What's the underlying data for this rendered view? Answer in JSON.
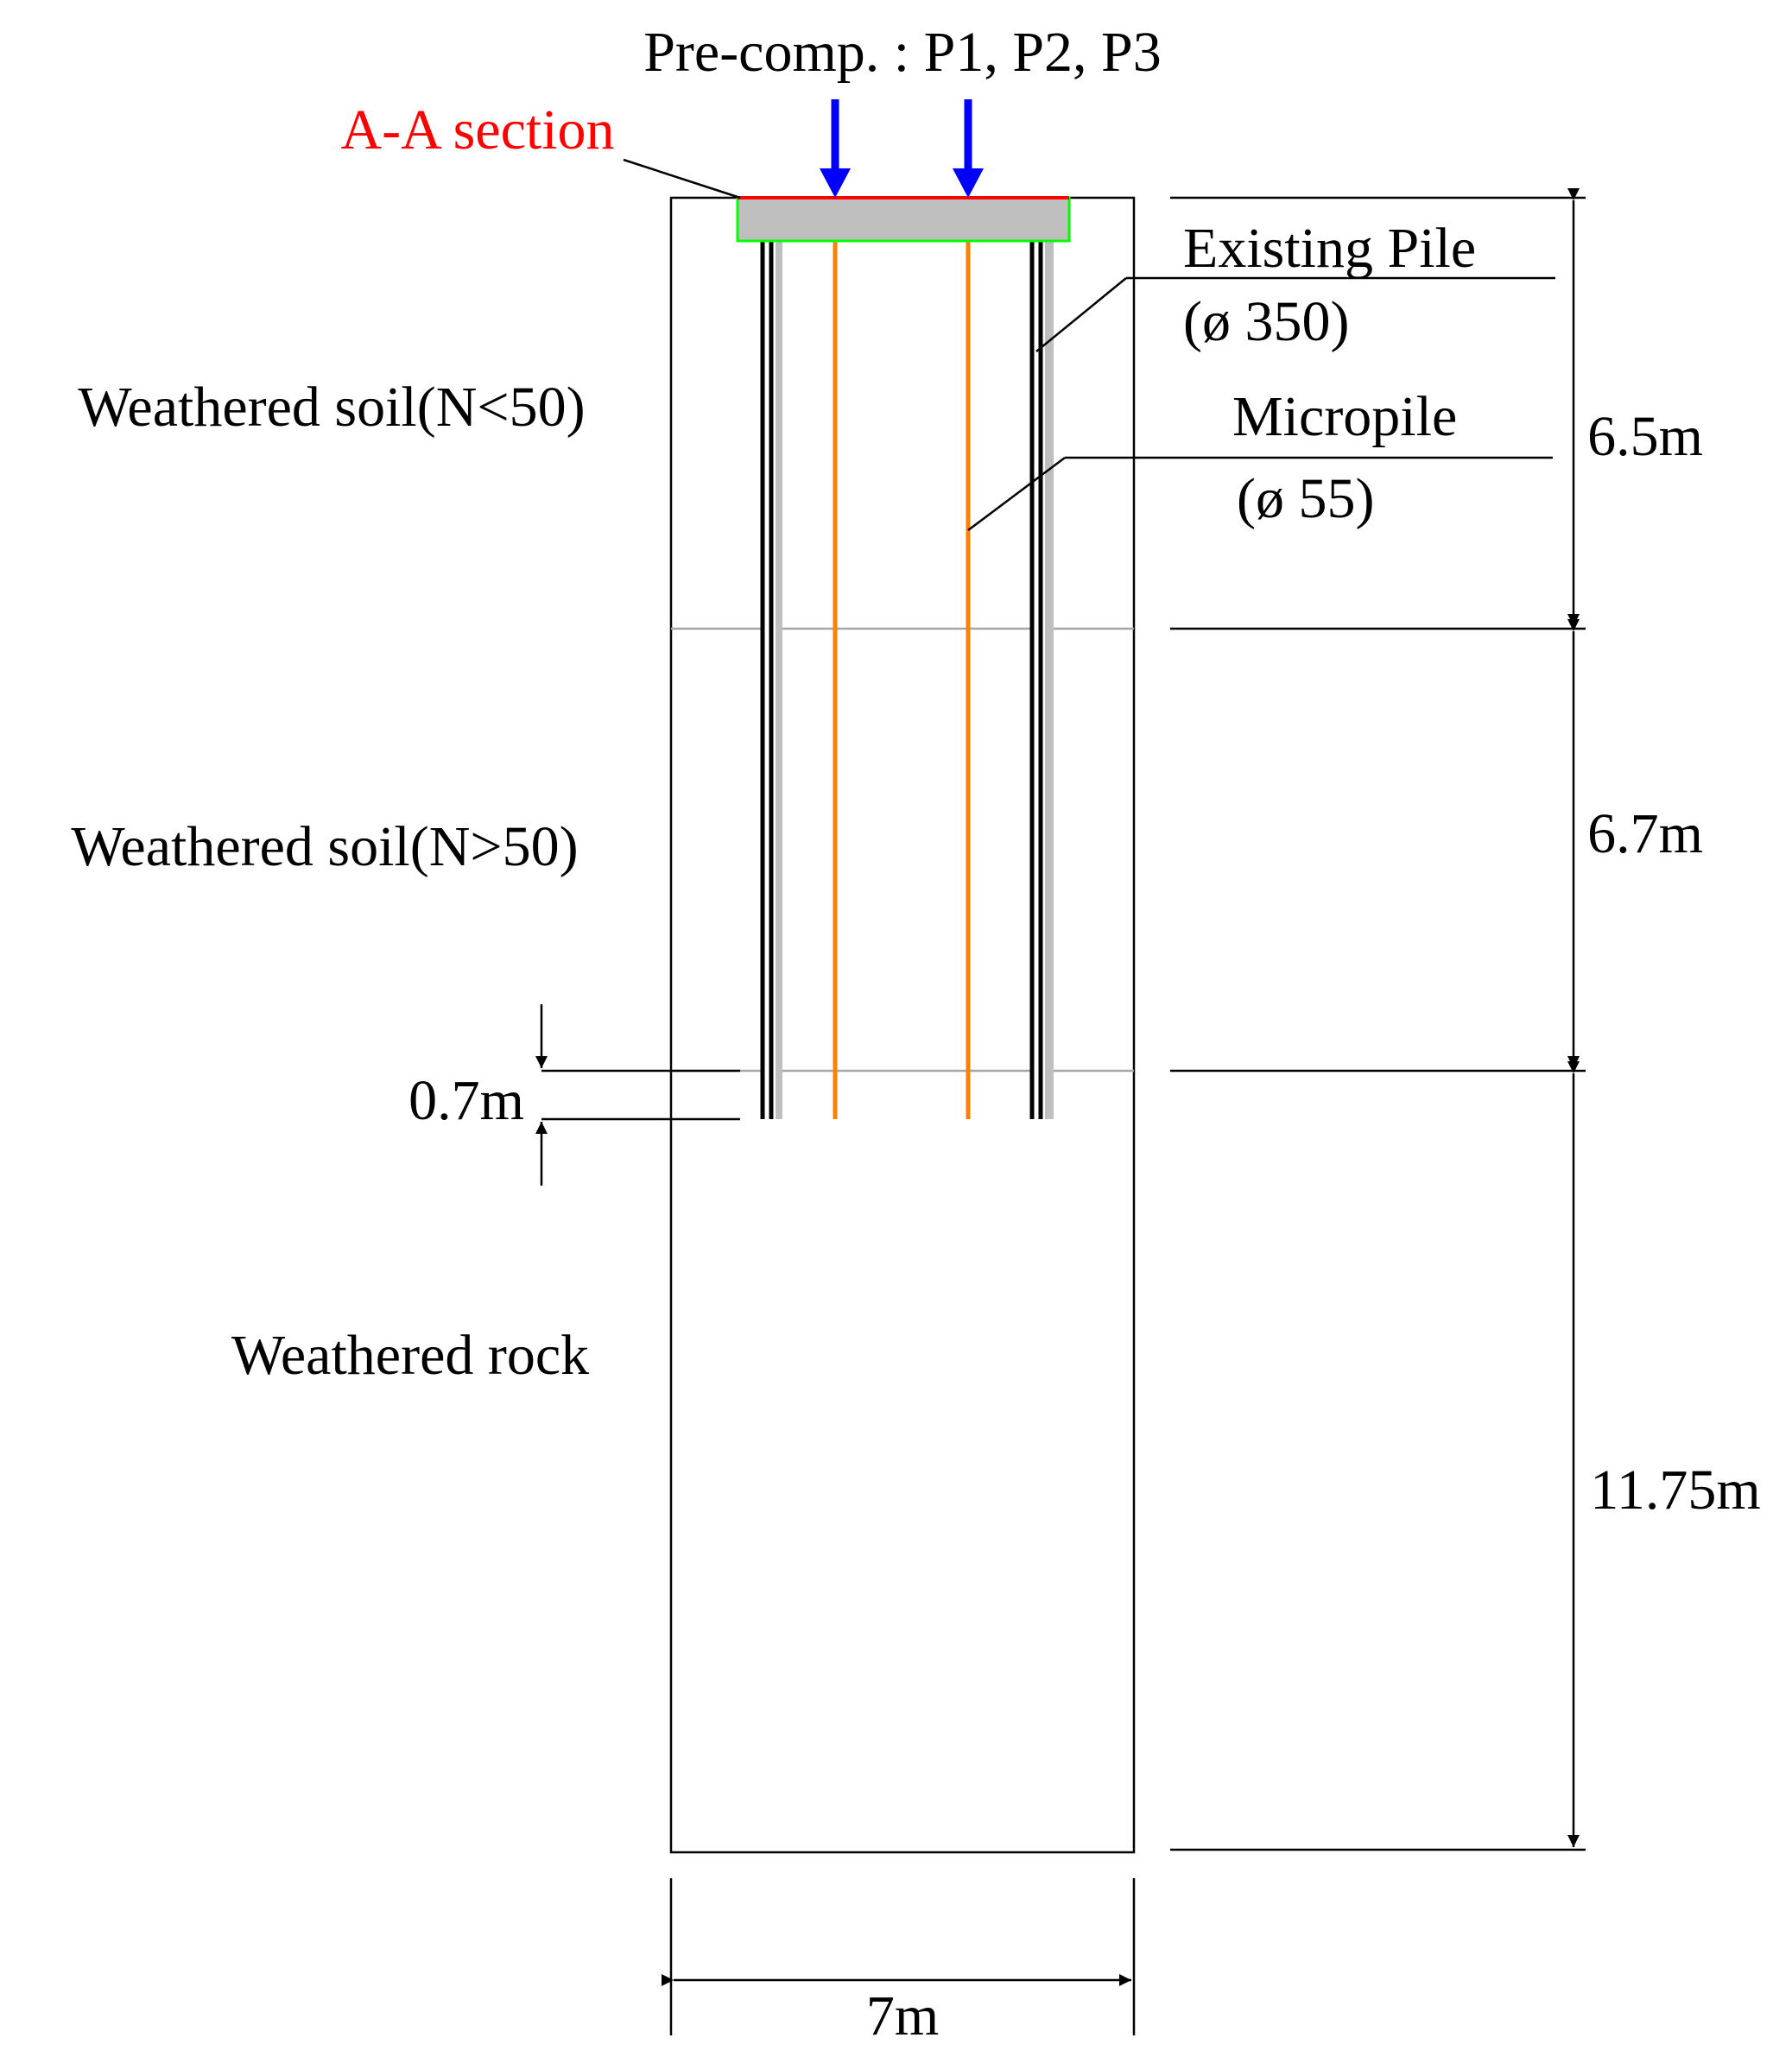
{
  "loading_label": "Pre-comp. : P1, P2, P3",
  "section_label": "A-A section",
  "layers": [
    {
      "name": "Weathered soil(N<50)",
      "thickness": "6.5m"
    },
    {
      "name": "Weathered soil(N>50)",
      "thickness": "6.7m"
    },
    {
      "name": "Weathered rock",
      "thickness": "11.75m"
    }
  ],
  "existing_pile": {
    "label": "Existing Pile",
    "dia": "(ø 350)"
  },
  "micropile": {
    "label": "Micropile",
    "dia": "(ø 55)"
  },
  "embed_dim": "0.7m",
  "width_dim": "7m",
  "colors": {
    "section_red": "#ff0000",
    "load_arrow_blue": "#0000ff",
    "micropile_orange": "#ff7f00",
    "cap_gray": "#bfbfbf",
    "cap_outline_green": "#00ff00",
    "pile_shadow_gray": "#bfbfbf",
    "layer_line_gray": "#a6a6a6"
  }
}
